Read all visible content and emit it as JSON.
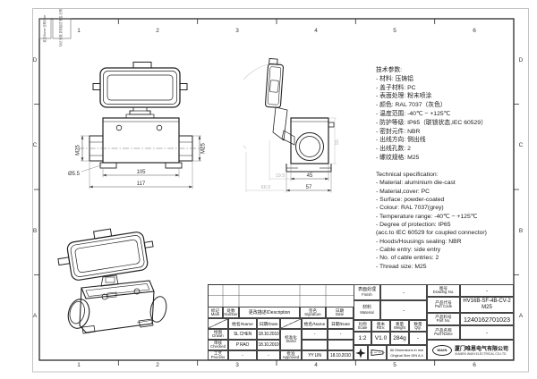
{
  "sheet": {
    "frame_cols": [
      "1",
      "2",
      "3",
      "4",
      "5",
      "6"
    ],
    "frame_rows": [
      "D",
      "C",
      "B",
      "A"
    ],
    "corner_strip_left": "姓名/Name 日期/Date",
    "corner_strip_right": "标记 处数 更改描述 签名 日期"
  },
  "specs_cn": {
    "title": "技术参数:",
    "lines": [
      "- 材料: 压铸铝",
      "- 盖子材料: PC",
      "- 表面处理: 粉末喷涂",
      "- 颜色: RAL 7037（灰色）",
      "- 温度范围: -40℃ − +125℃",
      "- 防护等级: IP65（联锁状态,IEC 60529）",
      "- 密封元件: NBR",
      "- 出线方向: 侧出线",
      "- 出线孔数: 2",
      "- 螺纹规格: M25"
    ]
  },
  "specs_en": {
    "title": "Technical specification:",
    "lines": [
      "-  Material: aluminium die-cast",
      "-  Material,cover: PC",
      "-  Surface: powder-coated",
      "-  Colour: RAL 7037(grey)",
      "-  Temperature range: -40℃ − +125℃",
      "-  Degree of protection: IP65",
      "   (acc.to IEC 60529 for coupled connector)",
      "-  Hoods/Housings sealing: NBR",
      "-  Cable entry: side entry",
      "-  No. of cable entries: 2",
      "-  Thread size: M25"
    ]
  },
  "dims": {
    "front": {
      "m25_left": "M25",
      "m25_right": "M25",
      "hole_dia": "Ø5.5",
      "inner_width": "105",
      "outer_width": "117"
    },
    "side": {
      "inner_width": "45",
      "outer_width": "57",
      "hinge_offset": "19.5",
      "open_extent": "66.5",
      "height": "55"
    }
  },
  "title_block": {
    "finish_cn": "表面处理",
    "finish_en": "Finish",
    "finish_value": "-",
    "material_cn": "材料",
    "material_en": "Material",
    "material_value": "-",
    "drawing_no_cn": "图号",
    "drawing_no_en": "Drawing No.",
    "drawing_no_value": "-",
    "part_code_cn": "产品代号",
    "part_code_en": "Part Code",
    "part_code_value": "HV16B-SF-4B-CV-2M25",
    "part_no_cn": "产品料号",
    "part_no_en": "Part No.",
    "part_no_value": "1240162701023",
    "part_name_cn": "产品名称",
    "part_name_en": "Part Name",
    "part_name_value": "-",
    "scale_cn": "比例",
    "scale_en": "Scale",
    "scale_value": "1:2",
    "rev_cn": "版本",
    "rev_en": "REV.",
    "rev_value": "V1.0",
    "weight_cn": "重量",
    "weight_en": "Weight",
    "weight_value": "284g",
    "qty_cn": "数量",
    "qty_en": "Qty.",
    "qty_value": "-",
    "note_line1": "All Dimensions in mm",
    "note_line2": "Original Size DIN A 4",
    "company_logo": "WAIN",
    "company_cn": "厦门唯恩电气有限公司",
    "company_en": "XIAMEN WAIN ELECTRICAL CO.LTD",
    "hdr_mark_cn": "标记",
    "hdr_mark_en": "Mark",
    "hdr_number_cn": "处数",
    "hdr_number_en": "Number",
    "hdr_desc": "更改描述/Description",
    "hdr_sig_cn": "签名",
    "hdr_sig_en": "Signature",
    "hdr_date_cn": "日期",
    "hdr_date_en": "Date",
    "name_label": "姓名/Name",
    "date_label": "日期/Date",
    "drawn_cn": "绘图",
    "drawn_en": "Drawn",
    "drawn_name": "SL CHEN",
    "drawn_date": "18.10.2010",
    "checked_cn": "审核",
    "checked_en": "Checked",
    "checked_name": "P RAO",
    "checked_date": "18.10.2010",
    "process_cn": "工艺",
    "process_en": "Process",
    "process_name": "-",
    "process_date": "-",
    "stand_cn": "标准化",
    "stand_en": "Stand",
    "stand_name": "-",
    "stand_date": "-",
    "approved_cn": "批准",
    "approved_en": "Approved",
    "approved_name": "YY LIN",
    "approved_date": "18.10.2010"
  }
}
